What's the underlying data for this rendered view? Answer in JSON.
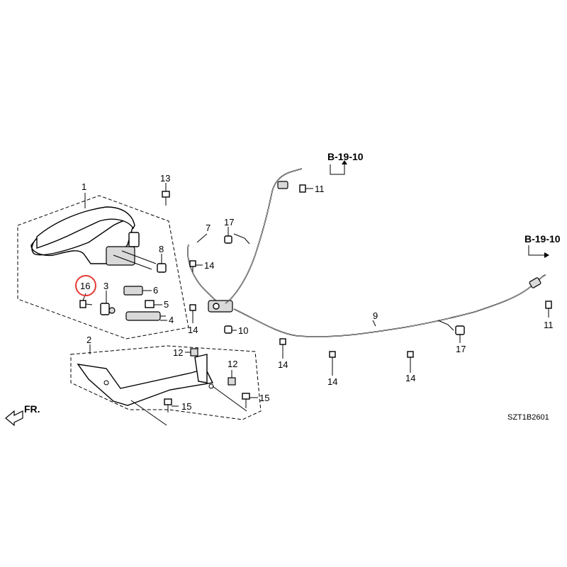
{
  "diagram": {
    "part_numbers": [
      "1",
      "2",
      "3",
      "4",
      "5",
      "6",
      "7",
      "8",
      "9",
      "10",
      "11",
      "11",
      "12",
      "12",
      "13",
      "14",
      "14",
      "14",
      "14",
      "14",
      "14",
      "14",
      "15",
      "15",
      "16",
      "17",
      "17"
    ],
    "references": {
      "rear_left": "B-19-10",
      "rear_right": "B-19-10"
    },
    "front_marker": "FR.",
    "diagram_code": "SZT1B2601",
    "highlighted_part": "16",
    "highlight_color": "#e53935"
  }
}
